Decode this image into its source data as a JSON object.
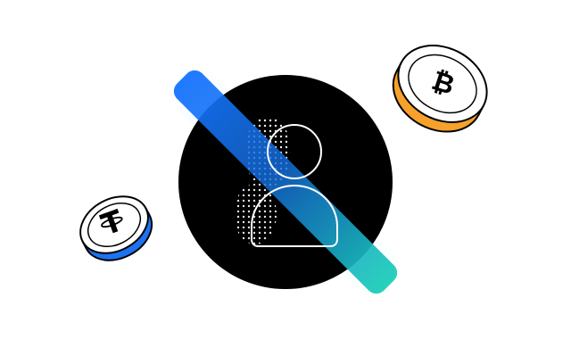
{
  "illustration": {
    "subject": "user-account-blocked",
    "colors": {
      "background": "#ffffff",
      "circle": "#000000",
      "slash_start": "#1473ff",
      "slash_end": "#1ccfb7",
      "bitcoin_coin_edge": "#f5a12b",
      "tether_coin_edge": "#1d72f2",
      "coin_face": "#ffffff",
      "outline": "#000000"
    },
    "icons": [
      "user-icon",
      "slash-bar",
      "bitcoin-coin-icon",
      "tether-coin-icon",
      "dot-pattern"
    ]
  }
}
